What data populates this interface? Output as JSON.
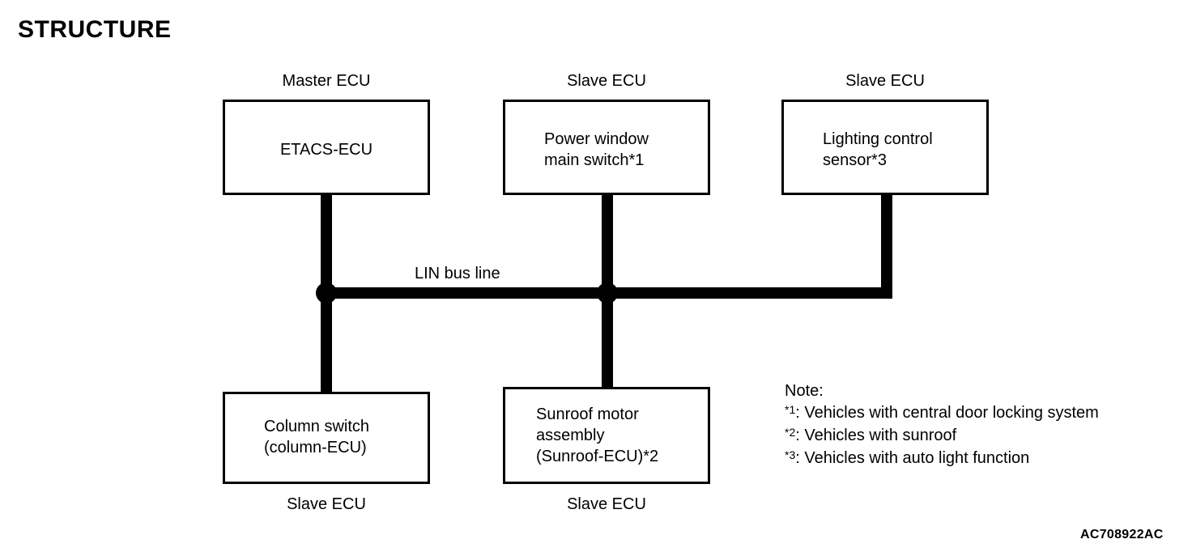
{
  "page": {
    "title": "STRUCTURE",
    "figure_code": "AC708922AC",
    "bus_label": "LIN bus line"
  },
  "nodes": {
    "etacs": {
      "role_label": "Master ECU",
      "text": "ETACS-ECU"
    },
    "power_window": {
      "role_label": "Slave ECU",
      "text": "Power window\nmain switch*1"
    },
    "lighting_sensor": {
      "role_label": "Slave ECU",
      "text": "Lighting control\nsensor*3"
    },
    "column_switch": {
      "role_label": "Slave ECU",
      "text": "Column switch\n(column-ECU)"
    },
    "sunroof_motor": {
      "role_label": "Slave ECU",
      "text": "Sunroof motor\nassembly\n(Sunroof-ECU)*2"
    }
  },
  "note": {
    "heading": "Note:",
    "items": [
      {
        "marker": "*1",
        "text": ": Vehicles with central door locking system"
      },
      {
        "marker": "*2",
        "text": ": Vehicles with sunroof"
      },
      {
        "marker": "*3",
        "text": ": Vehicles with auto light function"
      }
    ]
  }
}
